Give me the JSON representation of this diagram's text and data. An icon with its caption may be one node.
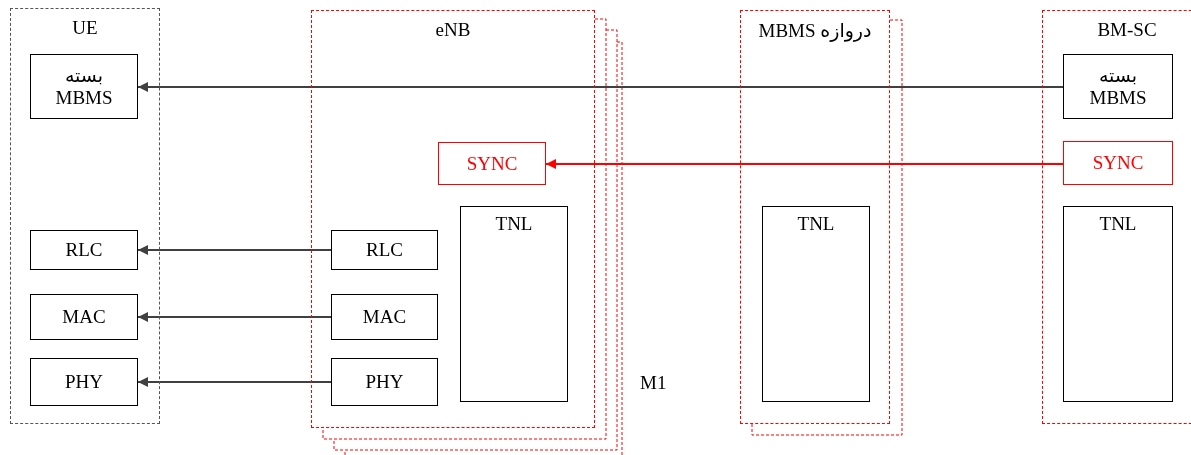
{
  "diagram": {
    "nodes": [
      {
        "text": [
          "UE"
        ]
      },
      {
        "text": [
          "بسته MBMS"
        ],
        "in": 0
      },
      {
        "text": [
          "RLC"
        ],
        "in": 0
      },
      {
        "text": [
          "MAC"
        ],
        "in": 0
      },
      {
        "text": [
          "PHY"
        ],
        "in": 0
      },
      {
        "text": [
          "eNB"
        ]
      },
      {
        "text": [
          "SYNC"
        ],
        "in": 5
      },
      {
        "text": [
          "TNL"
        ],
        "in": 5
      },
      {
        "text": [
          "RLC"
        ],
        "in": 5
      },
      {
        "text": [
          "MAC"
        ],
        "in": 5
      },
      {
        "text": [
          "PHY"
        ],
        "in": 5
      },
      {
        "text": [
          "دروازه MBMS"
        ]
      },
      {
        "text": [
          "TNL"
        ],
        "in": 11
      },
      {
        "text": [
          "BM-SC"
        ]
      },
      {
        "text": [
          "بسته MBMS"
        ],
        "in": 13
      },
      {
        "text": [
          "SYNC"
        ],
        "in": 13
      },
      {
        "text": [
          "TNL"
        ],
        "in": 13
      }
    ],
    "edges": [
      {
        "from": 14,
        "to": 1,
        "arrow": "to"
      },
      {
        "from": 15,
        "to": 6,
        "arrow": "to",
        "color": "#ff0000"
      },
      {
        "from": 8,
        "to": 2,
        "arrow": "to"
      },
      {
        "from": 9,
        "to": 3,
        "arrow": "to"
      },
      {
        "from": 10,
        "to": 4,
        "arrow": "to"
      }
    ],
    "labels": [
      "M1"
    ]
  }
}
